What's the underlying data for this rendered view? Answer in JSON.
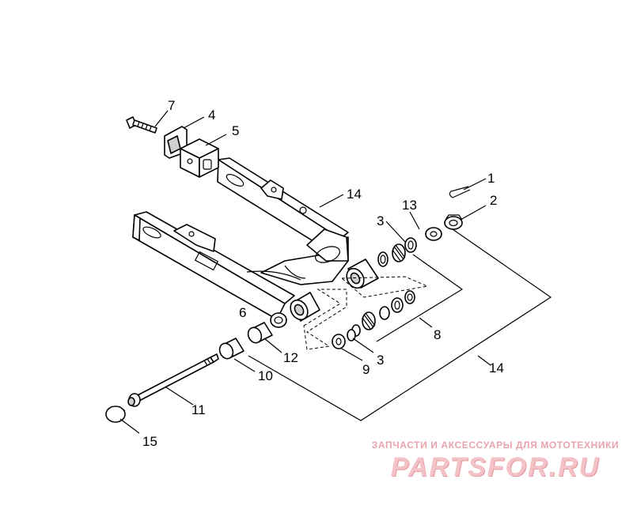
{
  "callouts": {
    "c1": "1",
    "c2": "2",
    "c3a": "3",
    "c3b": "3",
    "c4": "4",
    "c5": "5",
    "c6": "6",
    "c7": "7",
    "c8": "8",
    "c9": "9",
    "c10": "10",
    "c11": "11",
    "c12": "12",
    "c13": "13",
    "c14a": "14",
    "c14b": "14",
    "c15": "15"
  },
  "watermark": {
    "tagline": "ЗАПЧАСТИ И АКСЕССУАРЫ ДЛЯ МОТОТЕХНИКИ",
    "brand": "PARTSFOR.RU"
  },
  "colors": {
    "watermark": "#f2c2c7",
    "line": "#000000"
  }
}
